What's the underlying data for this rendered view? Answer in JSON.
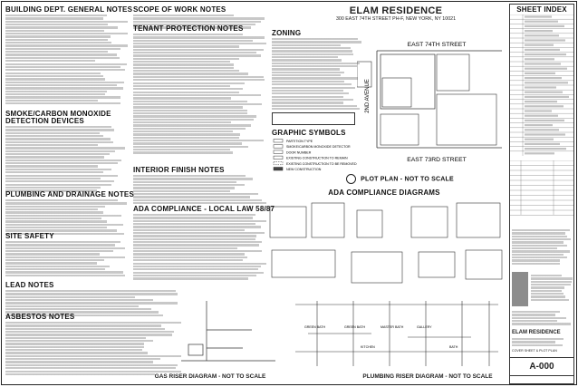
{
  "col1": {
    "building_dept_header": "BUILDING DEPT. GENERAL NOTES",
    "smoke_header": "SMOKE/CARBON MONOXIDE DETECTION DEVICES",
    "plumbing_header": "PLUMBING AND DRAINAGE NOTES",
    "site_header": "SITE SAFETY",
    "lead_header": "LEAD NOTES",
    "asbestos_header": "ASBESTOS NOTES"
  },
  "col2": {
    "scope_header": "SCOPE OF WORK NOTES",
    "tenant_header": "TENANT PROTECTION NOTES",
    "interior_header": "INTERIOR FINISH NOTES",
    "ada_local_header": "ADA COMPLIANCE - LOCAL LAW 58/87"
  },
  "project": {
    "title": "ELAM RESIDENCE",
    "address": "300 EAST 74TH STREET PH-F, NEW YORK, NY 10021"
  },
  "zoning": {
    "header": "ZONING"
  },
  "graphic_symbols": {
    "header": "GRAPHIC SYMBOLS",
    "items": [
      "PARTITION TYPE",
      "SMOKE/CARBON MONOXIDE DETECTOR",
      "DOOR NUMBER",
      "EXISTING CONSTRUCTION TO REMAIN",
      "EXISTING CONSTRUCTION TO BE REMOVED",
      "NEW CONSTRUCTION"
    ]
  },
  "plot_plan": {
    "north_street": "EAST 74TH STREET",
    "south_street": "EAST 73RD STREET",
    "west_avenue": "2ND AVENUE",
    "caption": "PLOT PLAN - NOT TO SCALE"
  },
  "ada_diagrams": {
    "header": "ADA COMPLIANCE DIAGRAMS"
  },
  "gas_riser": {
    "caption": "GAS RISER DIAGRAM - NOT TO SCALE"
  },
  "plumbing_riser": {
    "caption": "PLUMBING RISER DIAGRAM - NOT TO SCALE",
    "labels": [
      "GREEN BATH",
      "GREEN BATH",
      "MASTER BATH",
      "GALLERY",
      "KITCHEN",
      "BATH"
    ]
  },
  "sheet_index": {
    "header": "SHEET INDEX"
  },
  "title_block": {
    "project_name": "ELAM RESIDENCE",
    "sheet_name": "COVER SHEET & PLOT PLAN",
    "sheet_number": "A-000"
  },
  "colors": {
    "line": "#222222",
    "text_gray": "#9a9a9a",
    "accent_gray": "#8c8c8c"
  }
}
